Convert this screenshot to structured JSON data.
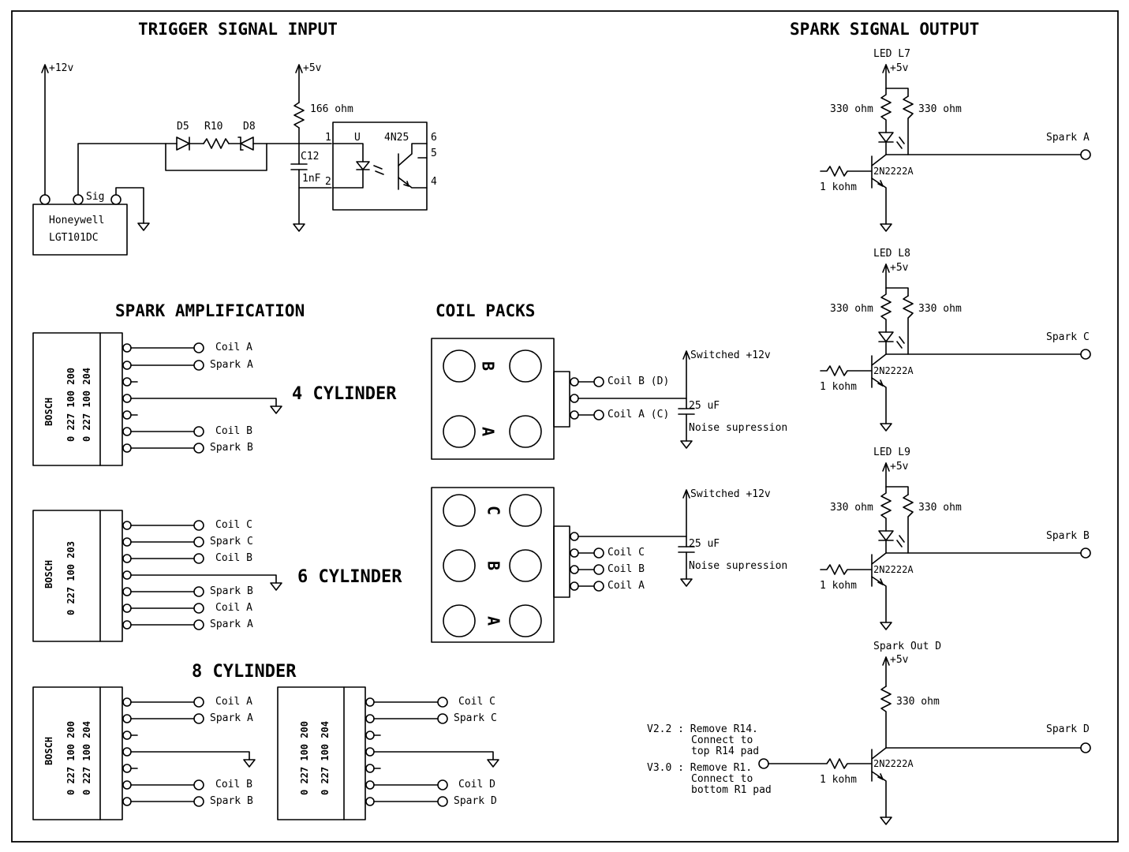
{
  "headings": {
    "trigger": "TRIGGER SIGNAL INPUT",
    "output": "SPARK SIGNAL OUTPUT",
    "amplification": "SPARK AMPLIFICATION",
    "coil_packs": "COIL PACKS",
    "four_cyl": "4 CYLINDER",
    "six_cyl": "6 CYLINDER",
    "eight_cyl": "8 CYLINDER"
  },
  "trigger": {
    "v12": "+12v",
    "v5": "+5v",
    "r166": "166 ohm",
    "d5": "D5",
    "r10": "R10",
    "d8": "D8",
    "c12": "C12",
    "c12_val": "1nF",
    "opto": "4N25",
    "opto_u": "U",
    "pin1": "1",
    "pin2": "2",
    "pin4": "4",
    "pin5": "5",
    "pin6": "6",
    "sig": "Sig",
    "sensor_line1": "Honeywell",
    "sensor_line2": "LGT101DC"
  },
  "outputs": [
    {
      "title": "LED L7",
      "out": "Spark A"
    },
    {
      "title": "LED L8",
      "out": "Spark C"
    },
    {
      "title": "LED L9",
      "out": "Spark B"
    },
    {
      "title": "Spark Out D",
      "out": "Spark D"
    }
  ],
  "output_common": {
    "v5": "+5v",
    "r330": "330 ohm",
    "r1k": "1 kohm",
    "transistor": "2N2222A"
  },
  "notes": {
    "v22_line1": "V2.2 : Remove R14.",
    "v22_line2": "Connect to",
    "v22_line3": "top R14 pad",
    "v30_line1": "V3.0 : Remove R1.",
    "v30_line2": "Connect to",
    "v30_line3": "bottom R1 pad"
  },
  "modules": {
    "bosch": "BOSCH",
    "p_200": "0 227 100 200",
    "p_204": "0 227 100 204",
    "p_203": "0 227 100 203"
  },
  "amp_labels": {
    "coil_a": "Coil A",
    "spark_a": "Spark A",
    "coil_b": "Coil B",
    "spark_b": "Spark B",
    "coil_c": "Coil C",
    "spark_c": "Spark C",
    "coil_d": "Coil D",
    "spark_d": "Spark D"
  },
  "coil_packs": {
    "letter_a": "A",
    "letter_b": "B",
    "letter_c": "C",
    "coil_b_d": "Coil B (D)",
    "coil_a_c": "Coil A (C)",
    "coil_c": "Coil C",
    "coil_b": "Coil B",
    "coil_a": "Coil A",
    "switched": "Switched +12v",
    "cap": "25 uF",
    "noise": "Noise supression"
  }
}
